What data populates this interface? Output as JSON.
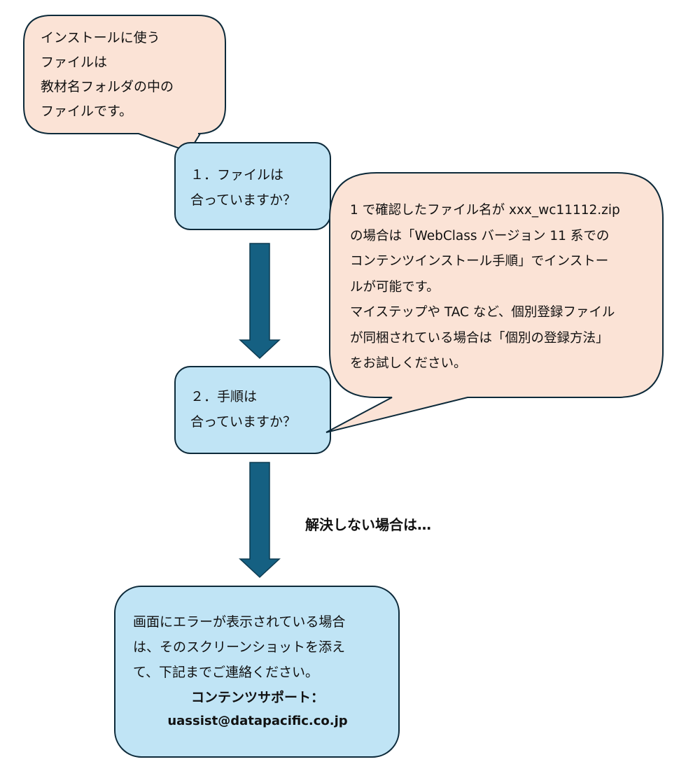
{
  "colors": {
    "callout_fill": "#fbe3d6",
    "step_fill": "#c0e4f5",
    "arrow_fill": "#156082",
    "stroke": "#0d2a3a"
  },
  "callout1": {
    "text": "インストールに使う\nファイルは\n教材名フォルダの中の\nファイルです。"
  },
  "step1": {
    "text": "１．ファイルは\n合っていますか？"
  },
  "callout2": {
    "text": "1 で確認したファイル名が xxx_wc11112.zip\nの場合は「WebClass バージョン 11 系での\nコンテンツインストール手順」でインストー\nルが可能です。\nマイステップや TAC など、個別登録ファイル\nが同梱されている場合は「個別の登録方法」\nをお試しください。"
  },
  "step2": {
    "text": "２．手順は\n合っていますか？"
  },
  "note": {
    "text": "解決しない場合は…"
  },
  "support": {
    "text": "画面にエラーが表示されている場合\nは、そのスクリーンショットを添え\nて、下記までご連絡ください。",
    "title": "コンテンツサポート：",
    "email": "uassist@datapacific.co.jp"
  }
}
